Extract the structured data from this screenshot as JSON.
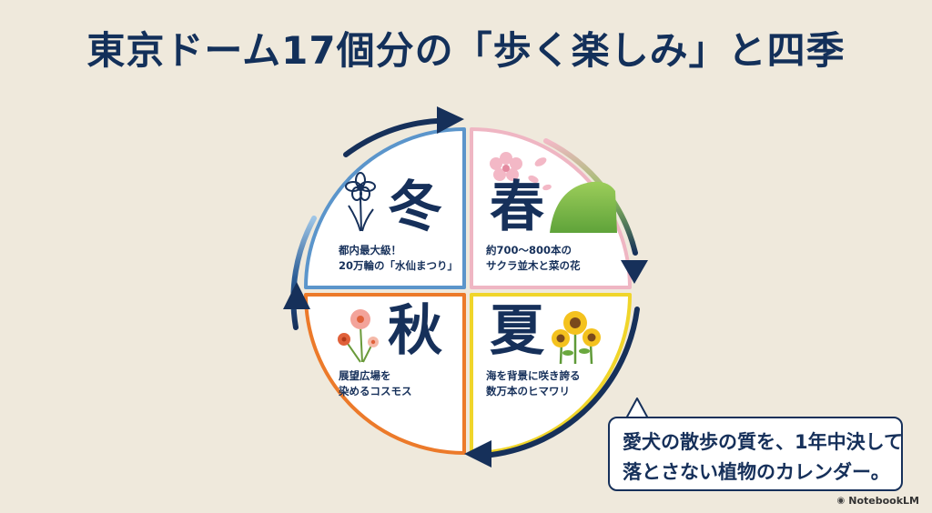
{
  "title": "東京ドーム17個分の「歩く楽しみ」と四季",
  "seasons": {
    "winter": {
      "kanji": "冬",
      "line1": "都内最大級！",
      "line2": "20万輪の「水仙まつり」",
      "icon": "daffodil-icon",
      "border_color": "#4e8fc8"
    },
    "spring": {
      "kanji": "春",
      "line1": "約700〜800本の",
      "line2": "サクラ並木と菜の花",
      "icon": "cherry-blossom-icon",
      "border_color": "#efb6c3"
    },
    "summer": {
      "kanji": "夏",
      "line1": "海を背景に咲き誇る",
      "line2": "数万本のヒマワリ",
      "icon": "sunflower-icon",
      "border_color": "#f0d52a"
    },
    "autumn": {
      "kanji": "秋",
      "line1": "展望広場を",
      "line2": "染めるコスモス",
      "icon": "cosmos-icon",
      "border_color": "#ec7a2a"
    }
  },
  "callout": {
    "line1": "愛犬の散歩の質を、1年中決して",
    "line2": "落とさない植物のカレンダー。"
  },
  "brand": {
    "label": "NotebookLM",
    "icon": "notebooklm-icon"
  },
  "colors": {
    "navy": "#16305a",
    "background": "#efe9dc"
  }
}
